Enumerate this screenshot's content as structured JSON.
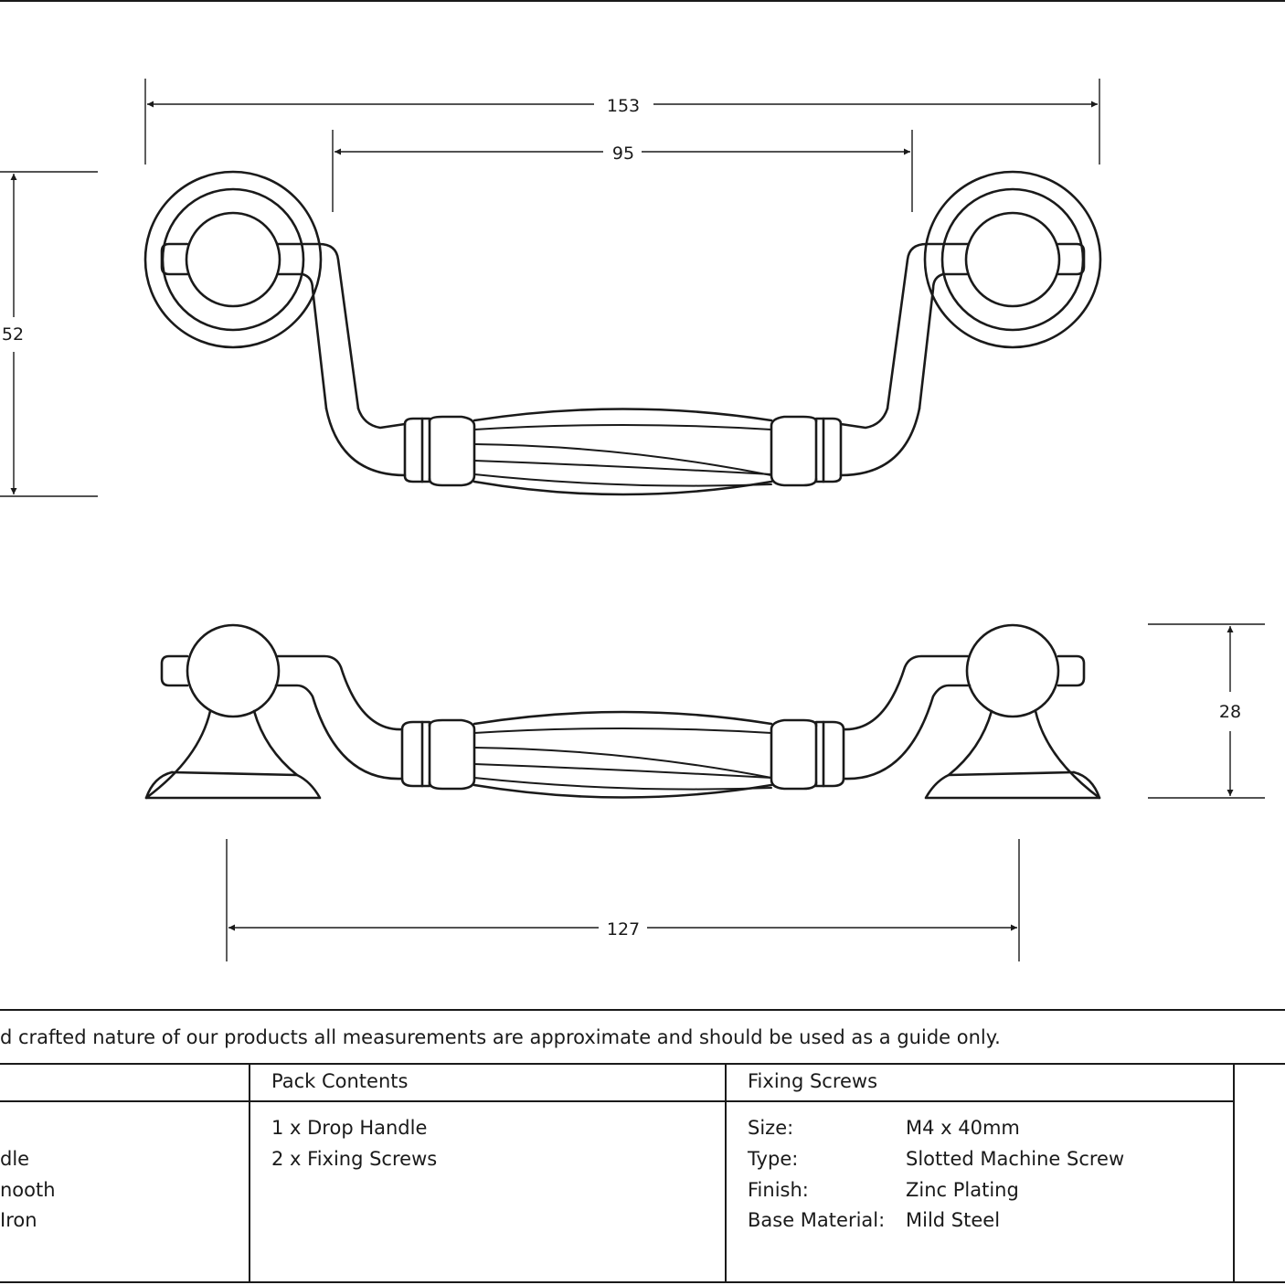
{
  "dimensions": {
    "overall_width": "153",
    "fixing_centres": "95",
    "projection": "52",
    "height": "28",
    "base_centres": "127"
  },
  "disclaimer": "d crafted nature of our products all measurements are approximate and should be used as a guide only.",
  "table": {
    "col1": {
      "lines": [
        "dle",
        "nooth",
        " Iron"
      ]
    },
    "pack_contents": {
      "header": "Pack Contents",
      "items": [
        "1 x Drop Handle",
        "2 x Fixing Screws"
      ]
    },
    "fixing_screws": {
      "header": "Fixing Screws",
      "rows": [
        {
          "label": "Size:",
          "value": "M4 x 40mm"
        },
        {
          "label": "Type:",
          "value": "Slotted Machine Screw"
        },
        {
          "label": "Finish:",
          "value": "Zinc Plating"
        },
        {
          "label": "Base Material:",
          "value": "Mild Steel"
        }
      ]
    }
  }
}
